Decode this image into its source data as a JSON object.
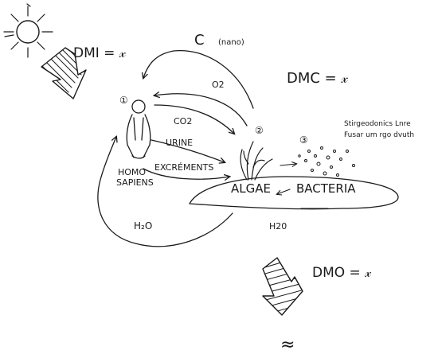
{
  "labels": {
    "dmi": "DMI = 𝓍",
    "c_label": "C",
    "c_note": "(nano)",
    "dmc": "DMC = 𝓍",
    "o2": "O2",
    "co2": "CO2",
    "urine": "URINE",
    "excrements": "EXCRÉMENTS",
    "homo": "HOMO",
    "sapiens": "SAPIENS",
    "marker_1": "①",
    "marker_2": "②",
    "marker_3": "③",
    "algae": "ALGAE",
    "bacteria": "BACTERIA",
    "note_line1": "Stirgeodonics Lnre",
    "note_line2": "Fusar um rgo dvuth",
    "h2o_left": "H₂O",
    "h2o_right": "H20",
    "dmo": "DMO = 𝓍",
    "approx": "≈"
  },
  "icons": {
    "sun": "sun-icon",
    "input_arrow": "striped-arrow-in-icon",
    "output_arrow": "striped-arrow-out-icon",
    "person": "person-icon",
    "algae_plant": "algae-icon"
  },
  "colors": {
    "ink": "#1a1a1a",
    "background": "#ffffff"
  }
}
